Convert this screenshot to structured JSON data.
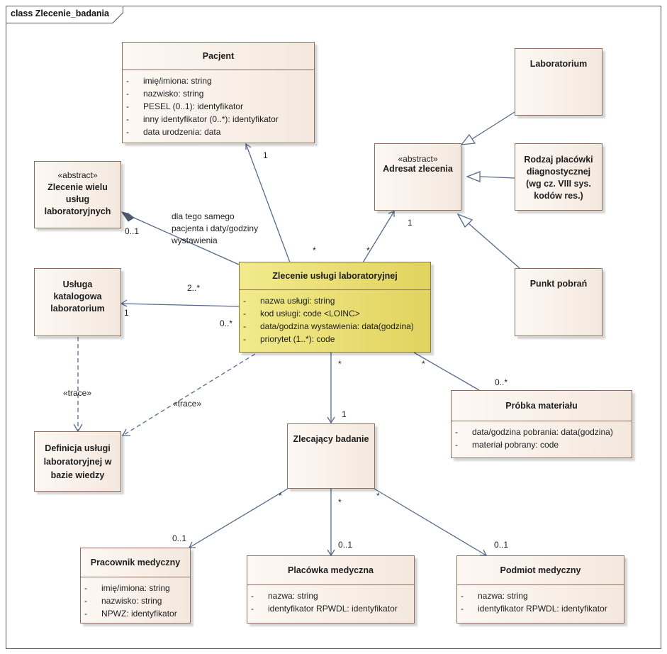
{
  "frame": {
    "title": "class Zlecenie_badania"
  },
  "classes": {
    "pacjent": {
      "name": "Pacjent",
      "attrs": [
        "imię/imiona: string",
        "nazwisko: string",
        "PESEL (0..1): identyfikator",
        "inny identyfikator (0..*): identyfikator",
        "data urodzenia: data"
      ]
    },
    "laboratorium": {
      "name": "Laboratorium"
    },
    "adresat": {
      "stereotype": "«abstract»",
      "name": "Adresat zlecenia"
    },
    "rodzaj": {
      "name_lines": [
        "Rodzaj placówki",
        "diagnostycznej",
        "(wg cz. VIII sys.",
        "kodów res.)"
      ]
    },
    "punkt": {
      "name": "Punkt pobrań"
    },
    "zlecenie_wielu": {
      "stereotype": "«abstract»",
      "name_lines": [
        "Zlecenie wielu",
        "usług",
        "laboratoryjnych"
      ]
    },
    "zlecenie": {
      "name": "Zlecenie usługi laboratoryjnej",
      "attrs": [
        "nazwa usługi: string",
        "kod usługi: code <LOINC>",
        "data/godzina wystawienia: data(godzina)",
        "priorytet (1..*): code"
      ]
    },
    "usluga": {
      "name_lines": [
        "Usługa",
        "katalogowa",
        "laboratorium"
      ]
    },
    "definicja": {
      "name_lines": [
        "Definicja usługi",
        "laboratoryjnej w",
        "bazie wiedzy"
      ]
    },
    "zlecajacy": {
      "name": "Zlecający badanie"
    },
    "probka": {
      "name": "Próbka materiału",
      "attrs": [
        "data/godzina pobrania: data(godzina)",
        "materiał pobrany: code"
      ]
    },
    "pracownik": {
      "name": "Pracownik medyczny",
      "attrs": [
        "imię/imiona: string",
        "nazwisko: string",
        "NPWZ: identyfikator"
      ]
    },
    "placowka": {
      "name": "Placówka medyczna",
      "attrs": [
        "nazwa: string",
        "identyfikator RPWDL: identyfikator"
      ]
    },
    "podmiot": {
      "name": "Podmiot medyczny",
      "attrs": [
        "nazwa: string",
        "identyfikator RPWDL: identyfikator"
      ]
    }
  },
  "labels": {
    "pacjent_1": "1",
    "pacjent_star": "*",
    "adresat_1": "1",
    "adresat_star": "*",
    "note_lines": [
      "dla tego samego",
      "pacjenta i daty/godziny",
      "wystawienia"
    ],
    "wielu_01": "0..1",
    "usluga_2star": "2..*",
    "usluga_1": "1",
    "zlec_0star": "0..*",
    "trace_left": "«trace»",
    "trace_right": "«trace»",
    "zlecajacy_star": "*",
    "zlecajacy_1": "1",
    "probka_star": "*",
    "probka_0star": "0..*",
    "prac_star": "*",
    "prac_01": "0..1",
    "plac_star": "*",
    "plac_01": "0..1",
    "podm_star": "*",
    "podm_01": "0..1"
  }
}
